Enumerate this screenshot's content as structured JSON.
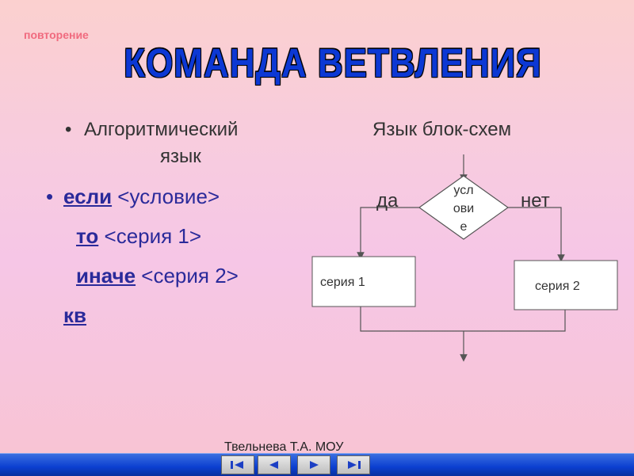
{
  "header": {
    "repeat_label": "повторение",
    "title": "КОМАНДА ВЕТВЛЕНИЯ"
  },
  "left_column": {
    "bullet": "•",
    "heading_line1": "Алгоритмический",
    "heading_line2": "язык",
    "code": {
      "if_kw": "если",
      "if_rest": " <условие>",
      "then_kw": "то",
      "then_rest": " <серия 1>",
      "else_kw": "иначе",
      "else_rest": " <серия 2>",
      "end_kw": "кв"
    }
  },
  "right_column": {
    "heading": "Язык блок-схем",
    "yes": "да",
    "no": "нет",
    "condition_lines": [
      "усл",
      "ови",
      "е"
    ],
    "series1": "серия 1",
    "series2": "серия 2"
  },
  "footer": {
    "author": "Твельнева Т.А. МОУ"
  },
  "nav": {
    "buttons": [
      "first-slide-icon",
      "previous-slide-icon",
      "next-slide-icon",
      "last-slide-icon"
    ]
  },
  "colors": {
    "title": "#0c38d4",
    "code": "#2a2a9a",
    "repeat_label": "#f06a7e",
    "nav_bar": "#0b3fd0"
  }
}
